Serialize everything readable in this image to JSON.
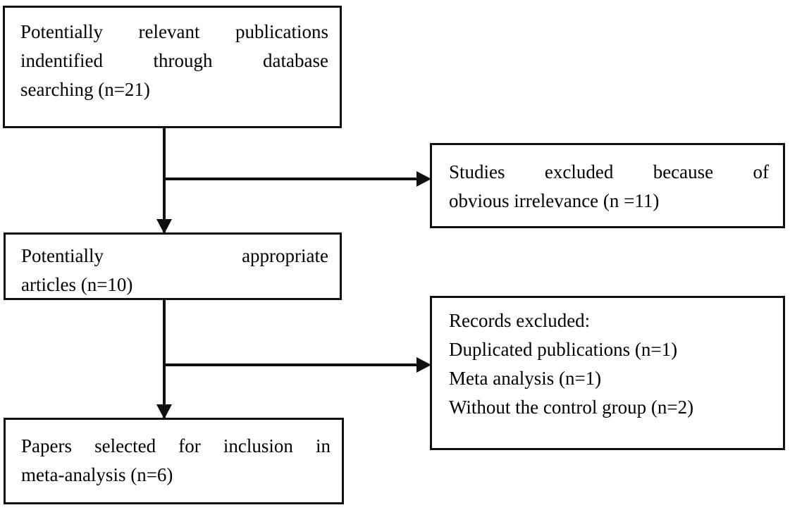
{
  "diagram": {
    "type": "prisma-flow-diagram",
    "background_color": "#ffffff",
    "line_color": "#101010",
    "text_color": "#000000",
    "nodes": {
      "identified": {
        "label": "Potentially relevant publications indentified through database searching (n=21)",
        "lines": [
          [
            "Potentially",
            "relevant",
            "publications"
          ],
          [
            "indentified",
            "through",
            "database"
          ],
          [
            "searching (n=21)"
          ]
        ],
        "count": 21
      },
      "irrelevance": {
        "label": "Studies excluded because of obvious irrelevance (n =11)",
        "lines": [
          [
            "Studies",
            "excluded",
            "because",
            "of"
          ],
          [
            "obvious irrelevance (n =11)"
          ]
        ],
        "count": 11
      },
      "appropriate": {
        "label": "Potentially appropriate articles (n=10)",
        "lines": [
          [
            "Potentially",
            "appropriate"
          ],
          [
            "articles (n=10)"
          ]
        ],
        "count": 10
      },
      "records": {
        "label": "Records excluded: Duplicated publications (n=1) Meta analysis (n=1) Without the control group (n=2)",
        "lines": [
          "Records excluded:",
          "Duplicated publications (n=1)",
          "Meta analysis (n=1)",
          "Without the control group (n=2)"
        ],
        "counts": {
          "duplicated_publications": 1,
          "meta_analysis": 1,
          "without_control_group": 2
        }
      },
      "selected": {
        "label": "Papers selected for inclusion in meta-analysis (n=6)",
        "lines": [
          [
            "Papers",
            "selected",
            "for",
            "inclusion",
            "in"
          ],
          [
            "meta-analysis (n=6)"
          ]
        ],
        "count": 6
      }
    },
    "connectors": [
      {
        "name": "identified-to-appropriate",
        "from": "identified",
        "to": "appropriate",
        "direction": "down"
      },
      {
        "name": "identified-to-irrelevance",
        "from": "identified",
        "to": "irrelevance",
        "direction": "right"
      },
      {
        "name": "appropriate-to-selected",
        "from": "appropriate",
        "to": "selected",
        "direction": "down"
      },
      {
        "name": "appropriate-to-records",
        "from": "appropriate",
        "to": "records",
        "direction": "right"
      }
    ]
  }
}
